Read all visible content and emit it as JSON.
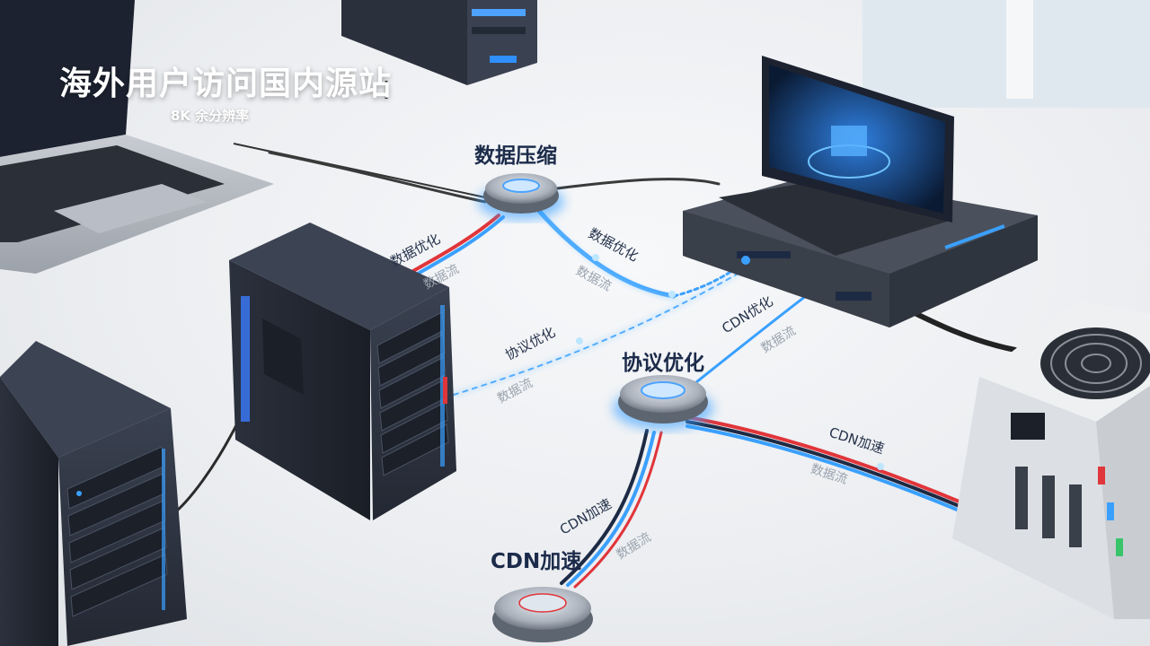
{
  "scene": {
    "title": "海外用户访问国内源站",
    "subtitle": "8K 余分辨率",
    "nodes": {
      "top": "数据压缩",
      "middle": "协议优化",
      "bottom": "CDN加速"
    },
    "line_labels": {
      "left_upper": "数据优化",
      "right_upper": "数据优化",
      "mid_left": "协议优化",
      "mid_right": "CDN优化",
      "lower_right": "CDN加速",
      "lower_left": "CDN加速"
    },
    "ghost_labels": {
      "g1": "数据流",
      "g2": "数据流",
      "g3": "数据流",
      "g4": "数据流",
      "g5": "数据流",
      "g6": "数据流"
    },
    "colors": {
      "accent_blue": "#3aa0ff",
      "cable_red": "#e0353a",
      "title_text": "#ffffff",
      "label_text": "#1c2b4a"
    }
  }
}
